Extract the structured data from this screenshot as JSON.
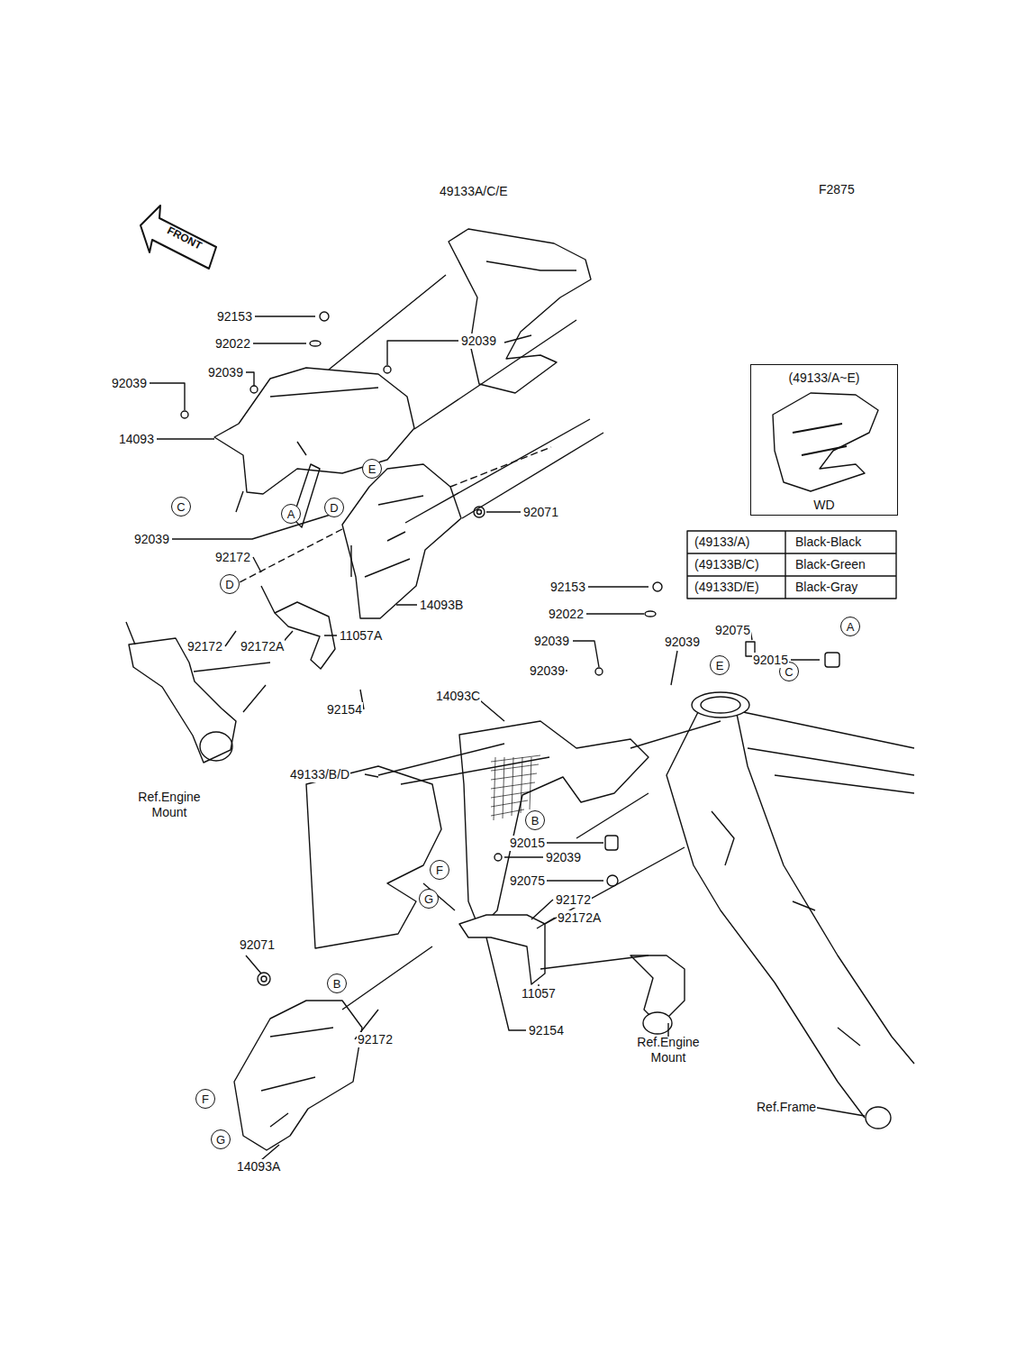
{
  "diagram": {
    "nodes": [
      {
        "text": [
          "(49133/A~E)",
          "WD"
        ]
      },
      {
        "text": [
          "E"
        ]
      },
      {
        "text": [
          "C"
        ]
      },
      {
        "text": [
          "D"
        ]
      },
      {
        "text": [
          "A"
        ]
      },
      {
        "text": [
          "D"
        ]
      },
      {
        "text": [
          "A"
        ]
      },
      {
        "text": [
          "E"
        ]
      },
      {
        "text": [
          "C"
        ]
      },
      {
        "text": [
          "B"
        ]
      },
      {
        "text": [
          "F"
        ]
      },
      {
        "text": [
          "G"
        ]
      },
      {
        "text": [
          "B"
        ]
      },
      {
        "text": [
          "F"
        ]
      },
      {
        "text": [
          "G"
        ]
      }
    ],
    "labels": [
      "F2875",
      "49133A/C/E",
      "92153",
      "92022",
      "92039",
      "92039",
      "92039",
      "14093",
      "92071",
      "92039",
      "92172",
      "14093B",
      "11057A",
      "92172",
      "92172A",
      "92154",
      "Ref.Engine Mount",
      "92153",
      "92022",
      "92039",
      "92039",
      "92039",
      "14093C",
      "92075",
      "92015",
      "49133/B/D",
      "92015",
      "92039",
      "92075",
      "92172",
      "92172A",
      "92071",
      "92172",
      "11057",
      "92154",
      "Ref.Engine Mount",
      "Ref.Frame",
      "14093A",
      "FRONT",
      "(49133/A)",
      "Black-Black",
      "(49133B/C)",
      "Black-Green",
      "(49133D/E)",
      "Black-Gray"
    ]
  }
}
